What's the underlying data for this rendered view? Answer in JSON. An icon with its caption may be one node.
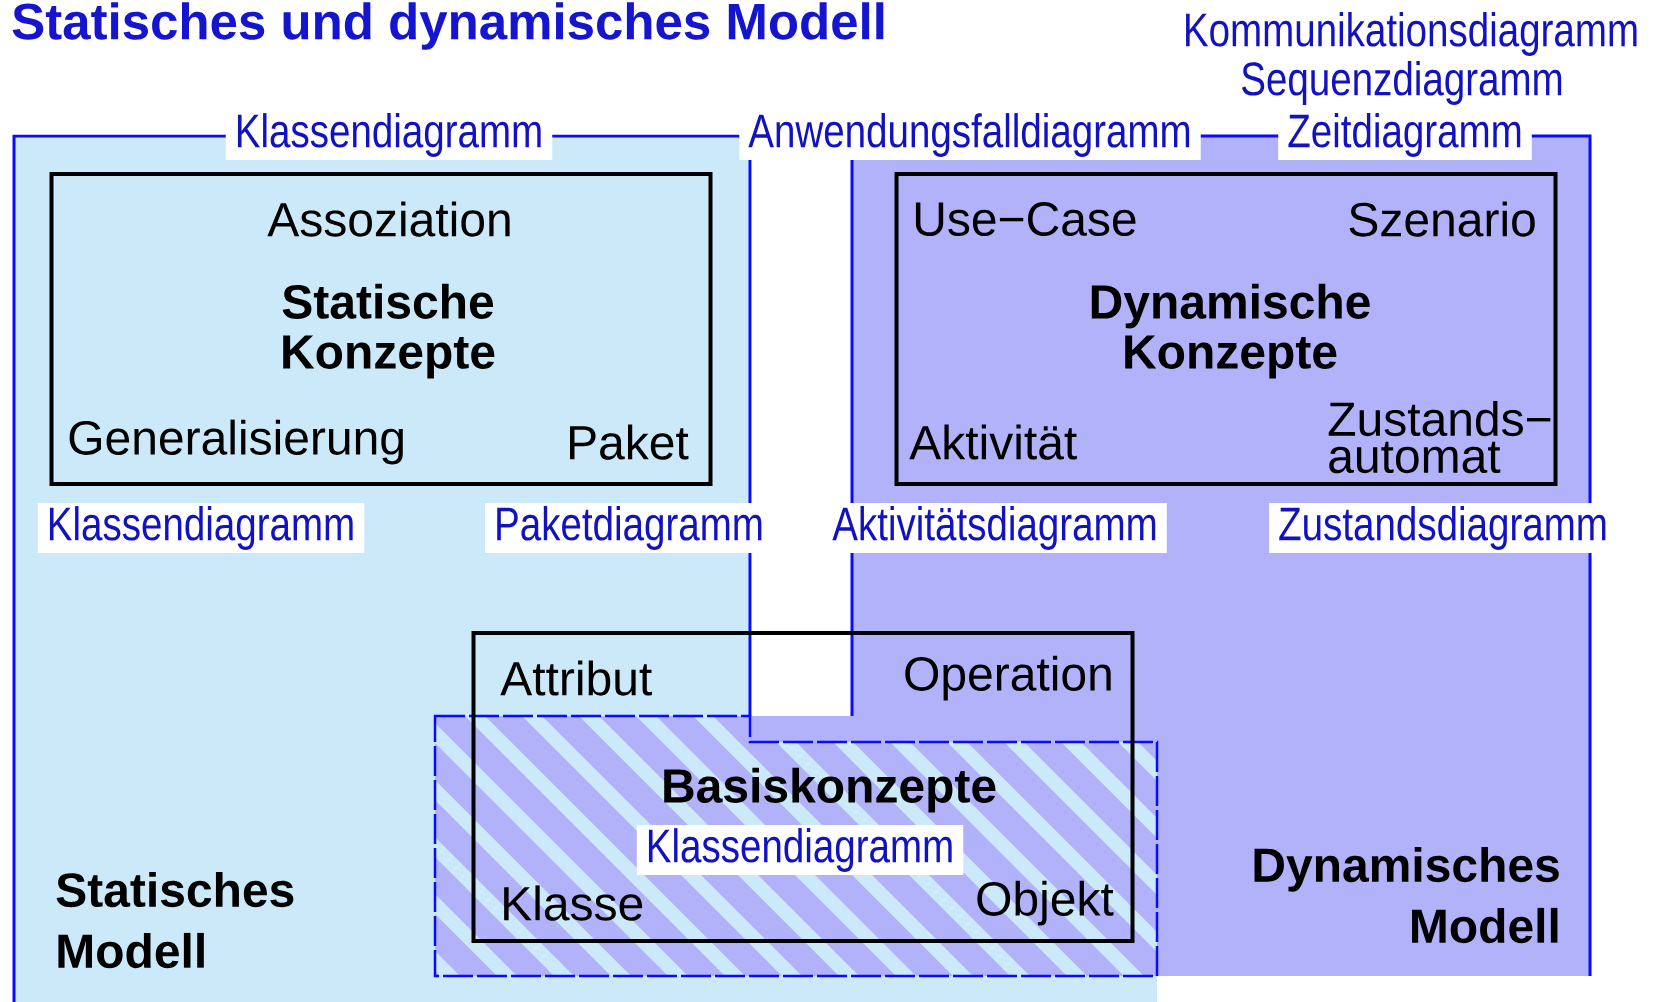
{
  "diagram": {
    "title": "Statisches und dynamisches Modell",
    "nodes": [
      {
        "text": [
          "Statisches Modell"
        ]
      },
      {
        "text": [
          "Assoziation",
          "Statische Konzepte",
          "Generalisierung",
          "Paket"
        ],
        "in": 0
      },
      {
        "text": [
          "Dynamisches Modell"
        ]
      },
      {
        "text": [
          "Use−Case",
          "Szenario",
          "Dynamische Konzepte",
          "Aktivität",
          "Zustands− automat"
        ],
        "in": 2
      },
      {
        "text": [
          "Attribut",
          "Operation",
          "Basiskonzepte",
          "Klasse",
          "Objekt"
        ]
      }
    ],
    "labels": [
      "Kommunikationsdiagramm",
      "Sequenzdiagramm",
      "Klassendiagramm",
      "Anwendungsfalldiagramm",
      "Zeitdiagramm",
      "Klassendiagramm",
      "Paketdiagramm",
      "Aktivitätsdiagramm",
      "Zustandsdiagramm",
      "Klassendiagramm"
    ]
  }
}
